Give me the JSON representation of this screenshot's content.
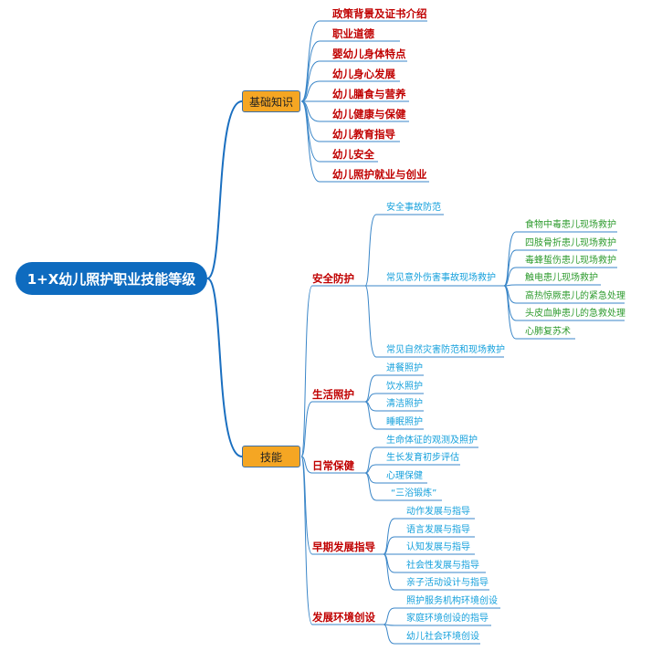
{
  "root": {
    "label": "1+X幼儿照护职业技能等级"
  },
  "colors": {
    "root_bg": "#0e6bbf",
    "box_bg": "#f5a623",
    "red_text": "#c00000",
    "blue_text": "#14a0dc",
    "green_text": "#2e9b2e",
    "line": "#3a86c8"
  },
  "branches": [
    {
      "label": "基础知识",
      "items": [
        "政策背景及证书介绍",
        "职业道德",
        "婴幼儿身体特点",
        "幼儿身心发展",
        "幼儿膳食与营养",
        "幼儿健康与保健",
        "幼儿教育指导",
        "幼儿安全",
        "幼儿照护就业与创业"
      ]
    },
    {
      "label": "技能",
      "categories": [
        {
          "label": "安全防护",
          "items": [
            {
              "label": "安全事故防范"
            },
            {
              "label": "常见意外伤害事故现场救护",
              "children": [
                "食物中毒患儿现场救护",
                "四肢骨折患儿现场救护",
                "毒蜂蜇伤患儿现场救护",
                "触电患儿现场救护",
                "高热惊厥患儿的紧急处理",
                "头皮血肿患儿的急救处理",
                "心肺复苏术"
              ]
            },
            {
              "label": "常见自然灾害防范和现场救护"
            }
          ]
        },
        {
          "label": "生活照护",
          "items": [
            {
              "label": "进餐照护"
            },
            {
              "label": "饮水照护"
            },
            {
              "label": "清洁照护"
            },
            {
              "label": "睡眠照护"
            }
          ]
        },
        {
          "label": "日常保健",
          "items": [
            {
              "label": "生命体征的观测及照护"
            },
            {
              "label": "生长发育初步评估"
            },
            {
              "label": "心理保健"
            },
            {
              "label": "“三浴锻炼”"
            }
          ]
        },
        {
          "label": "早期发展指导",
          "items": [
            {
              "label": "动作发展与指导"
            },
            {
              "label": "语言发展与指导"
            },
            {
              "label": "认知发展与指导"
            },
            {
              "label": "社会性发展与指导"
            },
            {
              "label": "亲子活动设计与指导"
            }
          ]
        },
        {
          "label": "发展环境创设",
          "items": [
            {
              "label": "照护服务机构环境创设"
            },
            {
              "label": "家庭环境创设的指导"
            },
            {
              "label": "幼儿社会环境创设"
            }
          ]
        }
      ]
    }
  ]
}
